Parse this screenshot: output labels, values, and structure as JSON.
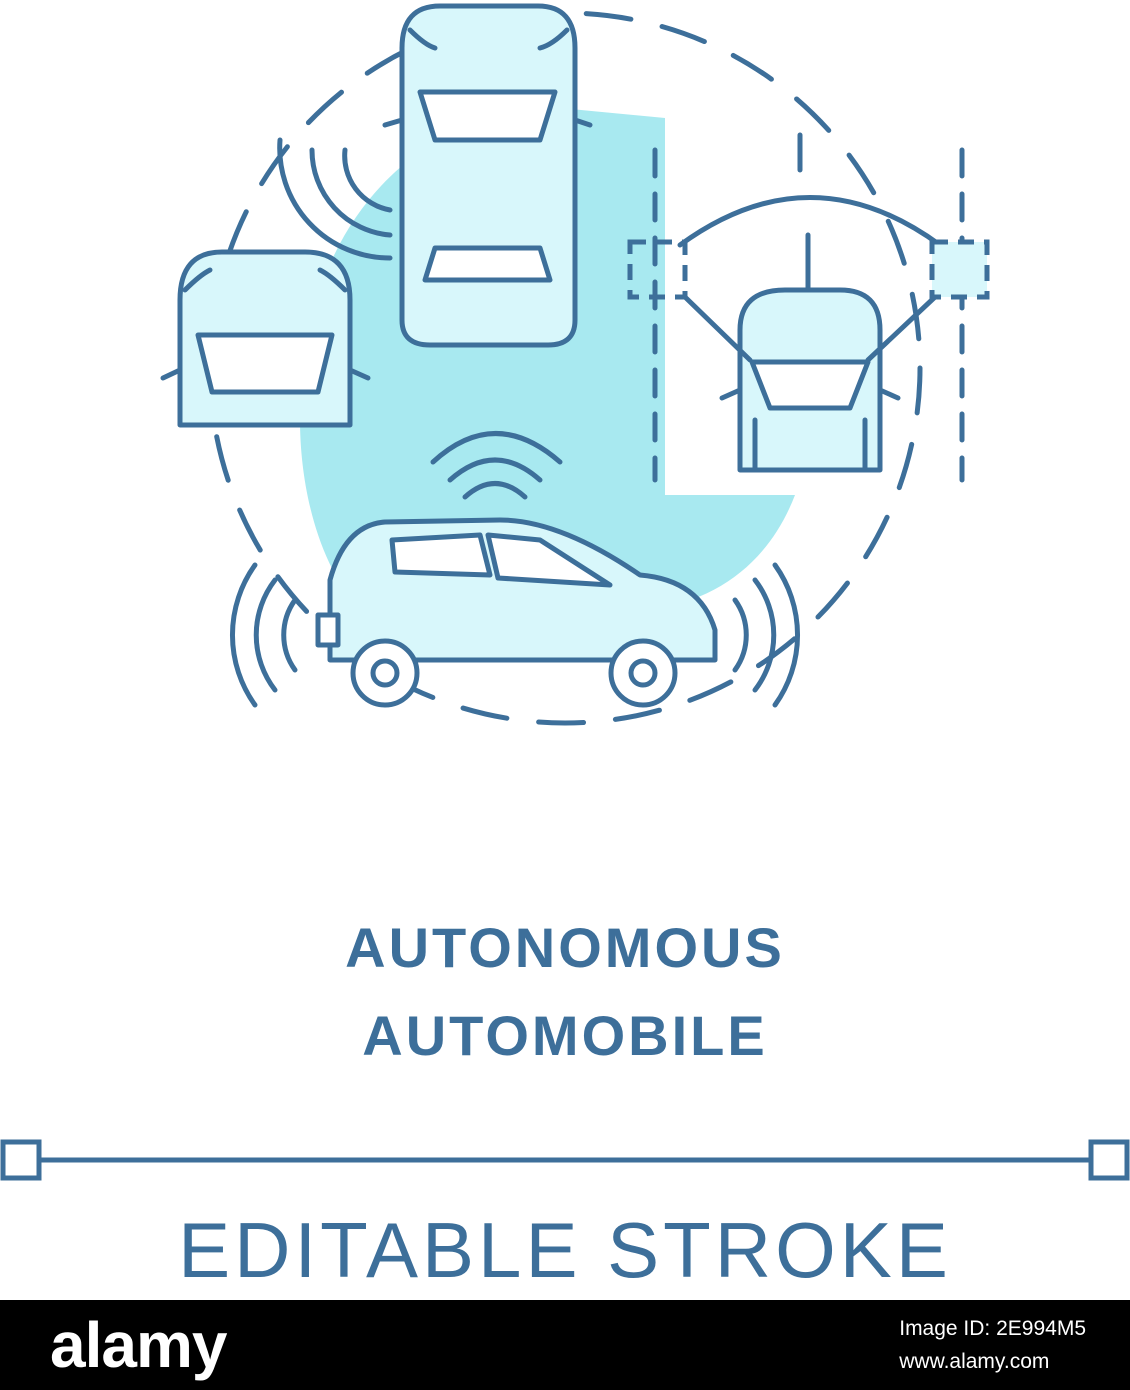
{
  "colors": {
    "stroke": "#3d6f9a",
    "fill": "#a8e9f0",
    "fill_light": "#d8f7fb",
    "watermark_bg": "#000000",
    "watermark_text": "#ffffff"
  },
  "icon": {
    "name": "autonomous-automobile-icon"
  },
  "title": {
    "line1": "AUTONOMOUS",
    "line2": "AUTOMOBILE"
  },
  "caption": "EDITABLE STROKE",
  "watermark": {
    "brand": "alamy",
    "image_id_label": "Image ID: 2E994M5",
    "site": "www.alamy.com"
  }
}
